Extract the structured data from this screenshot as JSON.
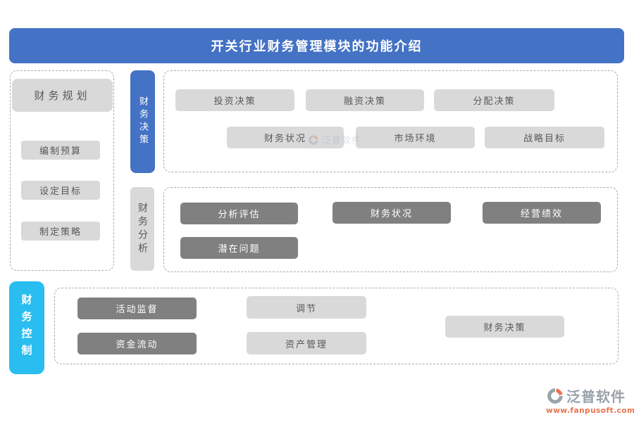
{
  "colors": {
    "primary-blue": "#4472C4",
    "cyan": "#29BDF0",
    "light-gray": "#D9D9D9",
    "dark-gray": "#808080",
    "text-gray": "#595959",
    "border-gray": "#ABABAB",
    "logo-gray": "#9AA2AA",
    "logo-orange": "#E8734D"
  },
  "header": {
    "title": "开关行业财务管理模块的功能介绍"
  },
  "planning": {
    "header": "财务规划",
    "items": [
      "编制预算",
      "设定目标",
      "制定策略"
    ]
  },
  "decision": {
    "tab": "财务决策",
    "row1": [
      "投资决策",
      "融资决策",
      "分配决策"
    ],
    "row2": [
      "财务状况",
      "市场环境",
      "战略目标"
    ]
  },
  "analysis": {
    "tab": "财务分析",
    "row1": [
      "分析评估",
      "财务状况",
      "经营绩效"
    ],
    "row2": [
      "潜在问题"
    ]
  },
  "control": {
    "tab": "财务控制",
    "left_column": [
      "活动监督",
      "资金流动"
    ],
    "middle_column": [
      "调节",
      "资产管理"
    ],
    "right_column": [
      "财务决策"
    ]
  },
  "watermark": {
    "text": "泛普软件"
  },
  "footer_logo": {
    "name": "泛普软件",
    "url": "www.fanpusoft.com"
  }
}
